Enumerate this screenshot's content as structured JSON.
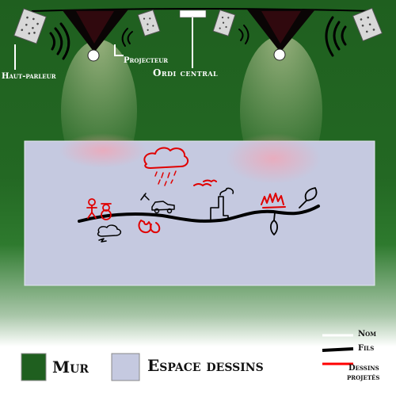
{
  "labels": {
    "speaker": "Haut-parleur",
    "projector": "Projecteur",
    "central": "Ordi central"
  },
  "legend": {
    "swatches": [
      {
        "label": "Mur",
        "color": "#1f5f1f"
      },
      {
        "label": "Espace dessins",
        "color": "#c5c9e0"
      }
    ],
    "lines": [
      {
        "label": "Nom",
        "color": "#ffffff"
      },
      {
        "label": "Fils",
        "color": "#000000"
      },
      {
        "label_line1": "Dessins",
        "label_line2": "projetés",
        "color": "#ff0000"
      }
    ]
  },
  "colors": {
    "wall": "#1f5f1f",
    "drawing_space": "#c5c9e0",
    "drawing_red": "#e00000",
    "label_white": "#ffffff"
  }
}
